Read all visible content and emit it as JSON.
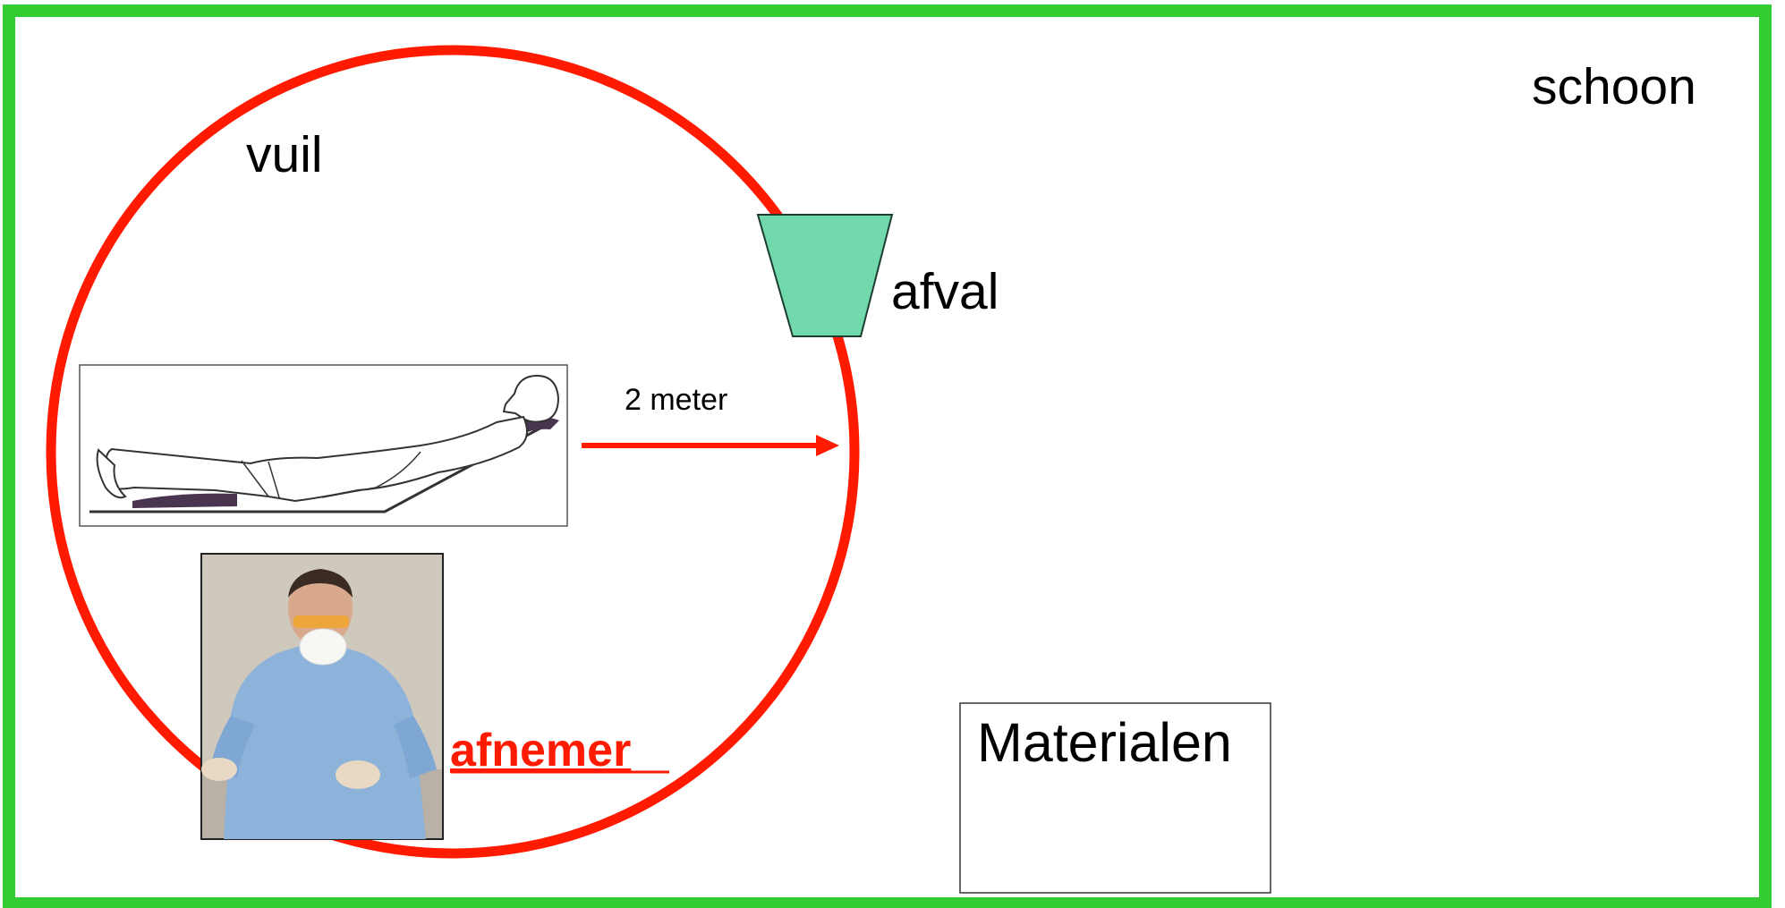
{
  "labels": {
    "clean_zone": "schoon",
    "dirty_zone": "vuil",
    "waste": "afval",
    "distance": "2 meter",
    "sampler": "afnemer",
    "materials": "Materialen"
  },
  "colors": {
    "clean_border": "#33cc33",
    "dirty_circle": "#ff1a00",
    "waste_bin": "#72d9ad",
    "sampler_text": "#ff1a00",
    "distance_arrow": "#ff1a00"
  },
  "images": {
    "patient": "patient-lying-on-bed-illustration",
    "sampler": "person-in-protective-gown-mask-goggles-gloves-photo"
  }
}
